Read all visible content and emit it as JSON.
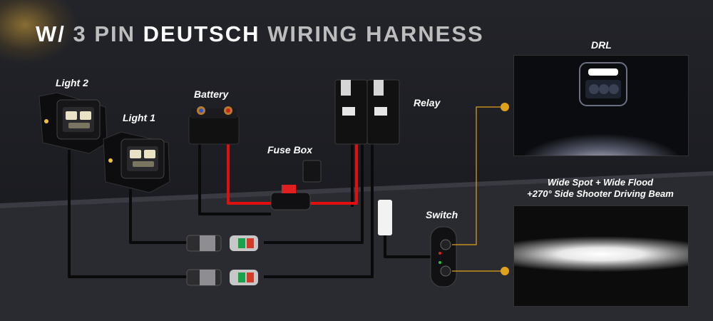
{
  "title": {
    "part1": "W/",
    "part2": "3 PIN",
    "part3": "DEUTSCH",
    "part4": "WIRING",
    "part5": "HARNESS"
  },
  "labels": {
    "light2": "Light 2",
    "light1": "Light 1",
    "battery": "Battery",
    "fuse_box": "Fuse Box",
    "relay": "Relay",
    "switch": "Switch",
    "drl": "DRL",
    "beam_line1": "Wide Spot + Wide Flood",
    "beam_line2": "+270° Side Shooter Driving Beam"
  },
  "colors": {
    "accent": "#e0a21a",
    "wire_red": "#e01010",
    "wire_black": "#0a0a0a"
  }
}
